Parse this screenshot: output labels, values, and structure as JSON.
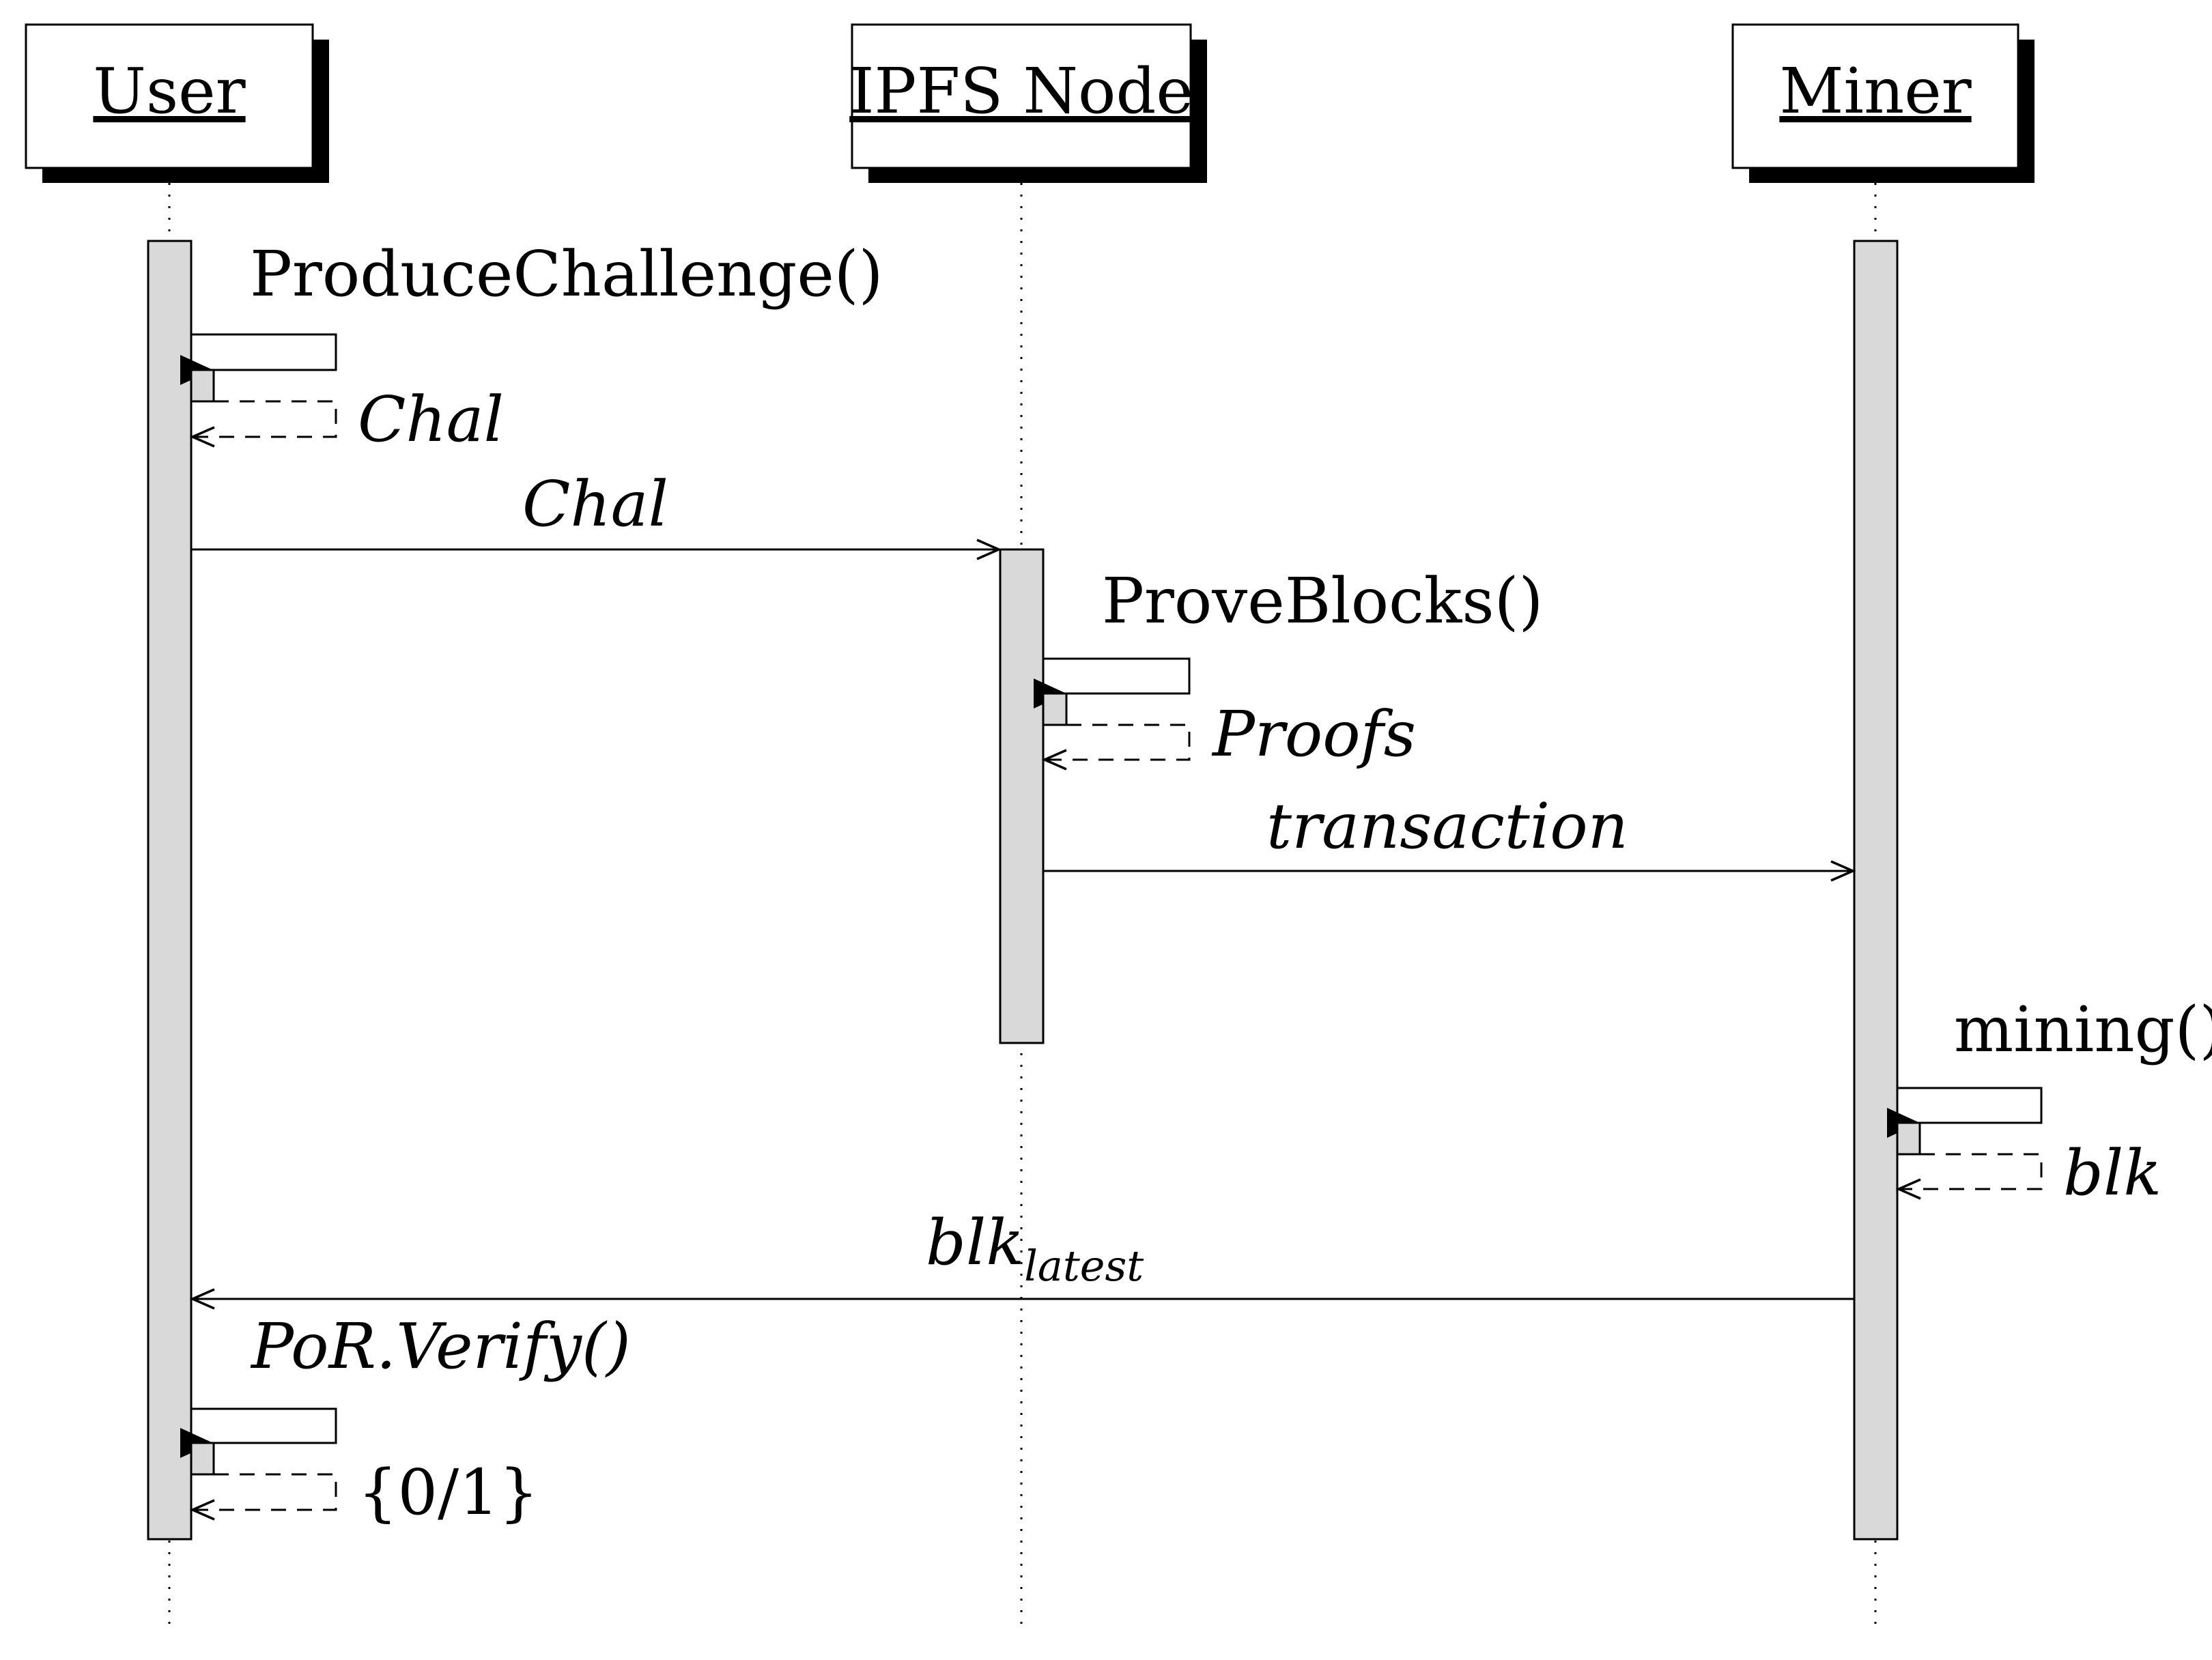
{
  "participants": [
    {
      "id": "user",
      "name": "User"
    },
    {
      "id": "ipfs",
      "name": "IPFS Node"
    },
    {
      "id": "miner",
      "name": "Miner"
    }
  ],
  "messages": {
    "produce_challenge": {
      "label": "ProduceChallenge()",
      "reply": "Chal"
    },
    "send_chal": {
      "label": "Chal"
    },
    "prove_blocks": {
      "label": "ProveBlocks()",
      "reply": "Proofs"
    },
    "send_transaction": {
      "label": "transaction"
    },
    "mining": {
      "label": "mining()",
      "reply": "blk"
    },
    "blk_latest": {
      "label": "blk",
      "subscript": "latest"
    },
    "por_verify": {
      "label": "PoR.Verify()",
      "reply": "{0/1}"
    }
  },
  "colors": {
    "activation_fill": "#d9d9d9",
    "line": "#000000",
    "shadow": "#000000",
    "background": "#ffffff"
  }
}
